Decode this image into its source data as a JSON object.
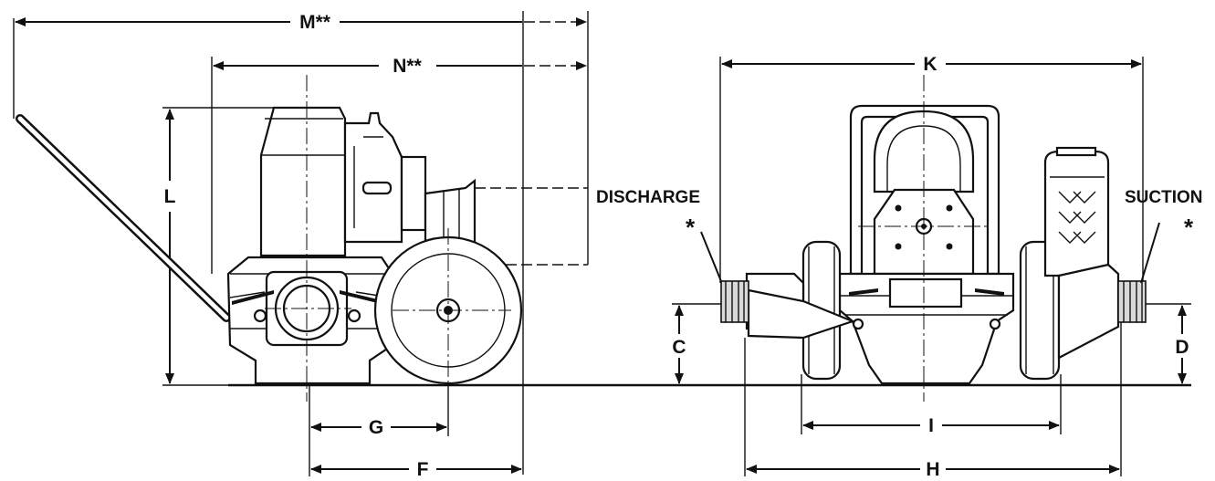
{
  "labels": {
    "m": "M**",
    "n": "N**",
    "l": "L",
    "g": "G",
    "f": "F",
    "k": "K",
    "c": "C",
    "d": "D",
    "i": "I",
    "h": "H",
    "discharge": "DISCHARGE",
    "suction": "SUCTION",
    "asterisk": "*"
  }
}
